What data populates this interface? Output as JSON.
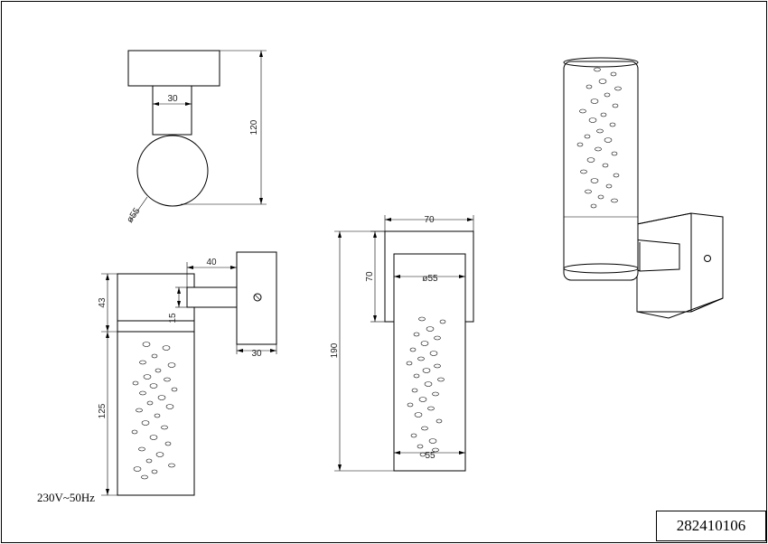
{
  "dimensions": {
    "top_view": {
      "stem_width": "30",
      "height": "120",
      "diameter": "ø55"
    },
    "side_view": {
      "arm_length": "40",
      "base_width": "30",
      "arm_height": "15",
      "upper_height": "43",
      "lower_height": "125"
    },
    "front_view": {
      "width": "70",
      "plate_height": "70",
      "diameter": "ø55",
      "total_height": "190",
      "bottom_label": "55"
    }
  },
  "footer": {
    "voltage": "230V~50Hz",
    "part_number": "282410106"
  }
}
